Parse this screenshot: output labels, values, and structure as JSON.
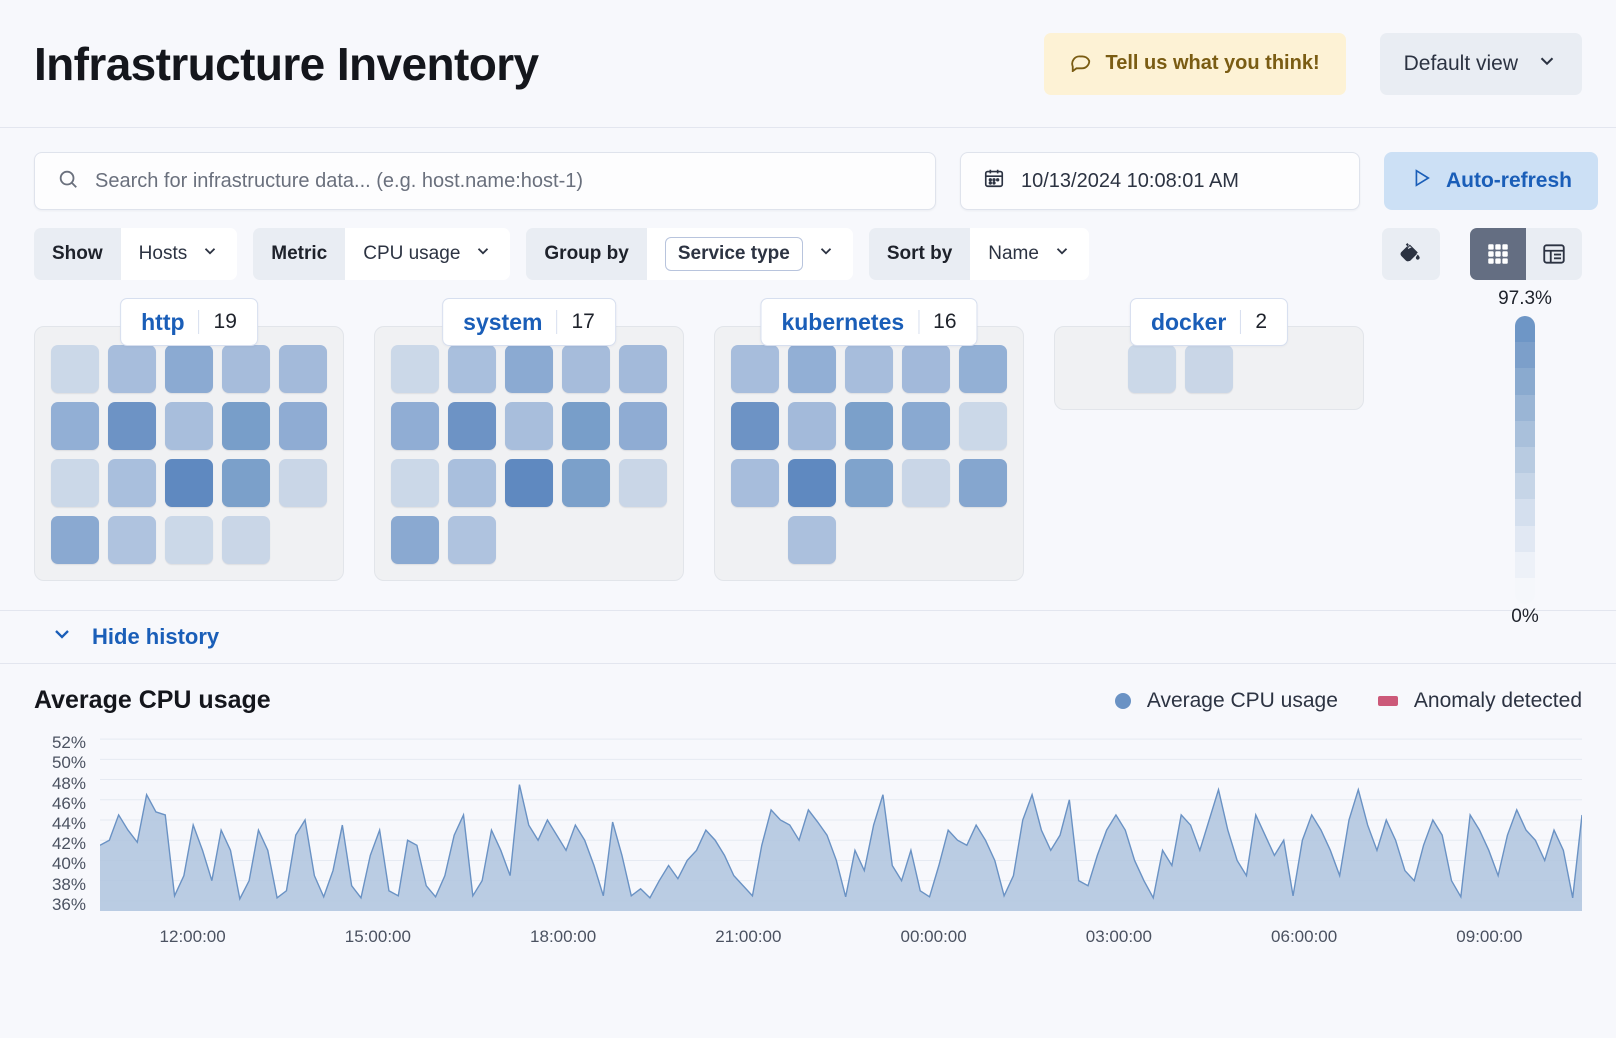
{
  "header": {
    "title": "Infrastructure Inventory",
    "feedback_label": "Tell us what you think!",
    "feedback_icon": "comment-icon",
    "view_label": "Default view",
    "view_icon": "chevron-down-icon"
  },
  "search": {
    "placeholder": "Search for infrastructure data... (e.g. host.name:host-1)",
    "icon": "search-icon",
    "date_value": "10/13/2024 10:08:01 AM",
    "date_icon": "calendar-icon",
    "refresh_label": "Auto-refresh",
    "refresh_icon": "play-icon"
  },
  "filters": [
    {
      "label": "Show",
      "value": "Hosts",
      "boxed": false
    },
    {
      "label": "Metric",
      "value": "CPU usage",
      "boxed": false
    },
    {
      "label": "Group by",
      "value": "Service type",
      "boxed": true
    },
    {
      "label": "Sort by",
      "value": "Name",
      "boxed": false
    }
  ],
  "view_controls": {
    "palette_icon": "paint-bucket-icon",
    "grid_icon": "grid-view-icon",
    "table_icon": "table-view-icon",
    "active": "grid"
  },
  "legend": {
    "max_label": "97.3%",
    "min_label": "0%",
    "colors": [
      "#6E96C6",
      "#7C9FCA",
      "#8AAACF",
      "#9AB5D5",
      "#A9C0DB",
      "#B8CBE1",
      "#C6D5E7",
      "#D4DFEE",
      "#E1E8F3",
      "#EDF1F8",
      "#F5F7FB"
    ]
  },
  "groups": [
    {
      "name": "http",
      "count": "19",
      "cells": [
        "#CBD8E8",
        "#A7BDDC",
        "#8BAAD2",
        "#A6BCDB",
        "#A3BADA",
        "#92AFD5",
        "#6D93C5",
        "#A8BEDC",
        "#789EC9",
        "#8FACD3",
        "#CBD8E8",
        "#A9BFDD",
        "#5F89C0",
        "#7BA0CA",
        "#C9D6E7",
        "#8AA9D1",
        "#AFC3DF",
        "#CBD8E8",
        "#C9D6E7",
        null
      ]
    },
    {
      "name": "system",
      "count": "17",
      "cells": [
        "#CBD8E8",
        "#A9BFDD",
        "#8BAAD2",
        "#A6BCDB",
        "#A3BADA",
        "#90ADD4",
        "#6D93C5",
        "#A8BEDC",
        "#789EC9",
        "#8FACD3",
        "#CBD8E8",
        "#A9BFDD",
        "#5F89C0",
        "#7BA0CA",
        "#C9D6E7",
        "#8AA9D1",
        "#AFC3DF",
        null,
        null,
        null
      ]
    },
    {
      "name": "kubernetes",
      "count": "16",
      "cells": [
        "#A7BDDC",
        "#92AFD5",
        "#A7BDDC",
        "#A2B9DA",
        "#93B0D5",
        "#6D93C5",
        "#A3BADA",
        "#7BA0CA",
        "#89A9D1",
        "#CBD8E8",
        "#A7BDDC",
        "#5F89C0",
        "#7FA3CC",
        "#C9D6E7",
        "#85A6CF",
        null,
        "#ABC0DD",
        null,
        null,
        null
      ]
    },
    {
      "name": "docker",
      "count": "2",
      "cells": [
        null,
        "#CBD8E8",
        "#C9D6E7",
        null,
        null
      ]
    }
  ],
  "history": {
    "toggle_label": "Hide history",
    "toggle_icon": "chevron-down-icon"
  },
  "chart_data": {
    "type": "area",
    "title": "Average CPU usage",
    "xlabel": "",
    "ylabel": "",
    "grid": true,
    "legend_position": "top-right",
    "legend": [
      {
        "name": "Average CPU usage",
        "color": "#6A92C4",
        "marker": "dot"
      },
      {
        "name": "Anomaly detected",
        "color": "#CC5979",
        "marker": "square"
      }
    ],
    "ylim": [
      35,
      53
    ],
    "yticks": [
      "52%",
      "50%",
      "48%",
      "46%",
      "44%",
      "42%",
      "40%",
      "38%",
      "36%"
    ],
    "ytick_values": [
      52,
      50,
      48,
      46,
      44,
      42,
      40,
      38,
      36
    ],
    "xticks": [
      "12:00:00",
      "15:00:00",
      "18:00:00",
      "21:00:00",
      "00:00:00",
      "03:00:00",
      "06:00:00",
      "09:00:00"
    ],
    "series": [
      {
        "name": "Average CPU usage",
        "color": "#6A92C4",
        "fill": "#AFC4DE",
        "values": [
          41.5,
          42.0,
          44.5,
          43.0,
          41.8,
          46.5,
          44.8,
          44.5,
          36.5,
          38.5,
          43.5,
          41.0,
          38.0,
          43.0,
          41.0,
          36.2,
          38.0,
          43.0,
          41.0,
          36.3,
          37.0,
          42.5,
          44.0,
          38.5,
          36.4,
          39.0,
          43.5,
          37.5,
          36.3,
          40.5,
          43.0,
          37.0,
          36.5,
          42.0,
          41.5,
          37.5,
          36.4,
          38.5,
          42.5,
          44.5,
          36.5,
          38.0,
          43.0,
          41.0,
          38.5,
          47.5,
          43.5,
          42.0,
          44.0,
          42.5,
          41.0,
          43.5,
          42.0,
          39.5,
          36.5,
          43.8,
          40.5,
          36.5,
          37.2,
          36.3,
          38.0,
          39.5,
          38.2,
          40.0,
          41.0,
          43.0,
          42.0,
          40.5,
          38.5,
          37.5,
          36.5,
          41.5,
          45.0,
          44.0,
          43.5,
          42.0,
          45.0,
          43.8,
          42.5,
          40.0,
          36.4,
          41.0,
          39.0,
          43.5,
          46.5,
          39.5,
          38.0,
          41.0,
          37.0,
          36.4,
          39.5,
          43.0,
          42.0,
          41.5,
          43.5,
          42.0,
          40.0,
          36.5,
          38.5,
          44.0,
          46.5,
          43.0,
          41.0,
          42.5,
          46.0,
          38.0,
          37.5,
          40.5,
          43.0,
          44.5,
          43.0,
          40.0,
          38.0,
          36.3,
          41.0,
          39.5,
          44.5,
          43.5,
          41.0,
          44.0,
          47.0,
          43.0,
          40.0,
          38.5,
          44.5,
          42.5,
          40.5,
          42.0,
          36.5,
          42.0,
          44.5,
          43.0,
          41.0,
          38.5,
          44.0,
          47.0,
          43.5,
          41.0,
          44.0,
          42.0,
          39.0,
          38.0,
          41.5,
          44.0,
          42.5,
          38.0,
          36.4,
          44.5,
          43.0,
          41.0,
          38.5,
          42.5,
          45.0,
          43.0,
          42.0,
          40.0,
          43.0,
          41.0,
          36.3,
          44.5
        ]
      }
    ]
  }
}
